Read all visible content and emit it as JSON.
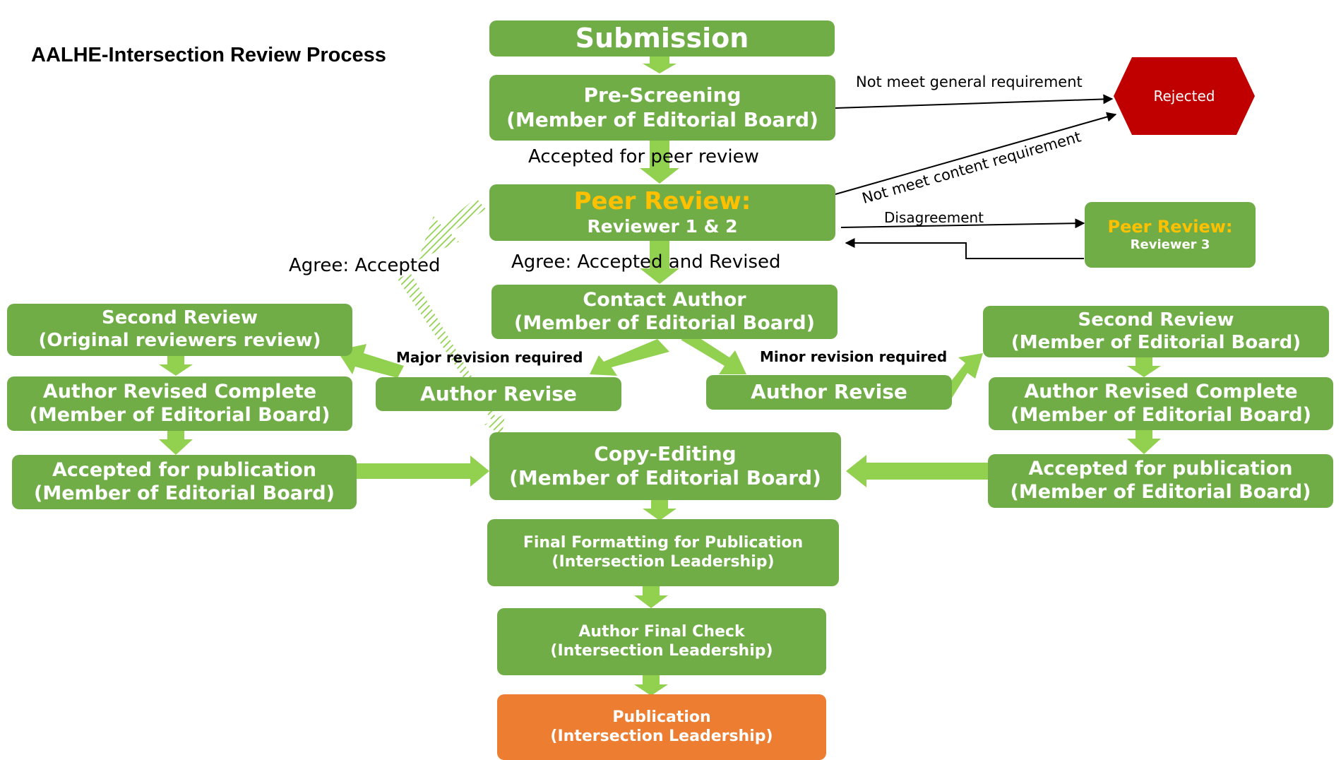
{
  "title": "AALHE-Intersection Review Process",
  "colors": {
    "box_green": "#70ad47",
    "arrow_green": "#92d050",
    "publication_orange": "#ed7d31",
    "rejected_red": "#c00000",
    "peer_review_yellow": "#ffc000"
  },
  "nodes": {
    "submission": {
      "line1": "Submission"
    },
    "prescreening": {
      "line1": "Pre-Screening",
      "line2": "(Member of Editorial Board)"
    },
    "peer_review": {
      "line1": "Peer Review:",
      "line2": "Reviewer 1 & 2"
    },
    "peer_review_3": {
      "line1": "Peer Review:",
      "line2": "Reviewer 3"
    },
    "rejected": {
      "line1": "Rejected"
    },
    "contact_author": {
      "line1": "Contact Author",
      "line2": "(Member of Editorial Board)"
    },
    "author_revise_left": {
      "line1": "Author Revise"
    },
    "author_revise_right": {
      "line1": "Author Revise"
    },
    "second_review_left": {
      "line1": "Second Review",
      "line2": "(Original reviewers review)"
    },
    "second_review_right": {
      "line1": "Second Review",
      "line2": "(Member of Editorial Board)"
    },
    "revised_complete_left": {
      "line1": "Author Revised Complete",
      "line2": "(Member of Editorial Board)"
    },
    "revised_complete_right": {
      "line1": "Author Revised Complete",
      "line2": "(Member of Editorial Board)"
    },
    "accepted_pub_left": {
      "line1": "Accepted for publication",
      "line2": "(Member of Editorial Board)"
    },
    "accepted_pub_right": {
      "line1": "Accepted for publication",
      "line2": "(Member of Editorial Board)"
    },
    "copy_editing": {
      "line1": "Copy-Editing",
      "line2": "(Member of Editorial Board)"
    },
    "final_formatting": {
      "line1": "Final Formatting for Publication",
      "line2": "(Intersection Leadership)"
    },
    "author_final_check": {
      "line1": "Author Final Check",
      "line2": "(Intersection Leadership)"
    },
    "publication": {
      "line1": "Publication",
      "line2": "(Intersection Leadership)"
    }
  },
  "edge_labels": {
    "not_general": "Not meet general requirement",
    "not_content": "Not meet content requirement",
    "accepted_for_peer": "Accepted for peer review",
    "disagreement": "Disagreement",
    "agree_accepted": "Agree: Accepted",
    "agree_accepted_revised": "Agree: Accepted and Revised",
    "major_revision": "Major revision required",
    "minor_revision": "Minor revision required"
  }
}
